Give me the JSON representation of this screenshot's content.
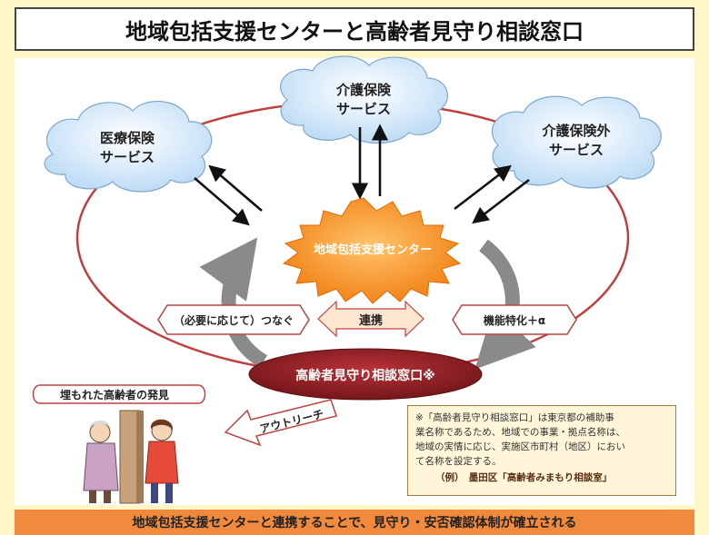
{
  "title": "地域包括支援センターと高齢者見守り相談窓口",
  "clouds": {
    "medical": [
      "医療保険",
      "サービス"
    ],
    "care": [
      "介護保険",
      "サービス"
    ],
    "other": [
      "介護保険外",
      "サービス"
    ]
  },
  "center_label": "地域包括支援センター",
  "consult_label": "高齢者見守り相談窓口※",
  "connect_label": "（必要に応じて）つなぐ",
  "cooperation_label": "連携",
  "specialize_label": "機能特化＋α",
  "discover_label": "埋もれた高齢者の発見",
  "outreach_label": "アウトリーチ",
  "note": {
    "lines": [
      "※「高齢者見守り相談窓口」は東京都の補助事",
      "業名称であるため、地域での事業・拠点名称は、",
      "地域の実情に応じ、実施区市町村（地区）におい",
      "て名称を設定する。"
    ],
    "example": "（例）　墨田区「高齢者みまもり相談室」"
  },
  "bottom_banner": "地域包括支援センターと連携することで、見守り・安否確認体制が確立される",
  "colors": {
    "background": "#fdf6c8",
    "cloud_fill": "#dceefd",
    "burst_fill": "#f7941d",
    "consult_fill": "#9b2226",
    "ring": "#c04040",
    "banner": "#f18a3c"
  }
}
